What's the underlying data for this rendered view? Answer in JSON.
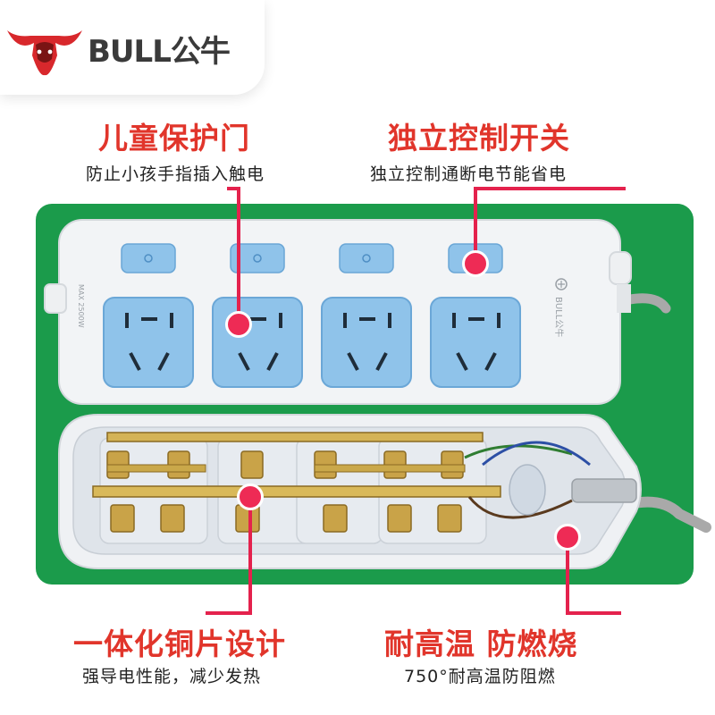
{
  "brand": {
    "name": "BULL公牛",
    "icon": "bull-head-icon"
  },
  "features": {
    "child_safety": {
      "title": "儿童保护门",
      "subtitle": "防止小孩手指插入触电"
    },
    "switch": {
      "title": "独立控制开关",
      "subtitle": "独立控制通断电节能省电"
    },
    "copper": {
      "title": "一体化铜片设计",
      "subtitle": "强导电性能，减少发热"
    },
    "fireproof": {
      "title": "耐高温 防燃烧",
      "subtitle": "750°耐高温防阻燃"
    }
  },
  "strip_labels": {
    "rating": "MAX 2500W",
    "brand": "BULL公牛"
  },
  "colors": {
    "accent_red": "#e1352b",
    "pointer_red": "#e4224d",
    "panel_green": "#1b9b4b",
    "socket_blue": "#8fc3ea"
  }
}
